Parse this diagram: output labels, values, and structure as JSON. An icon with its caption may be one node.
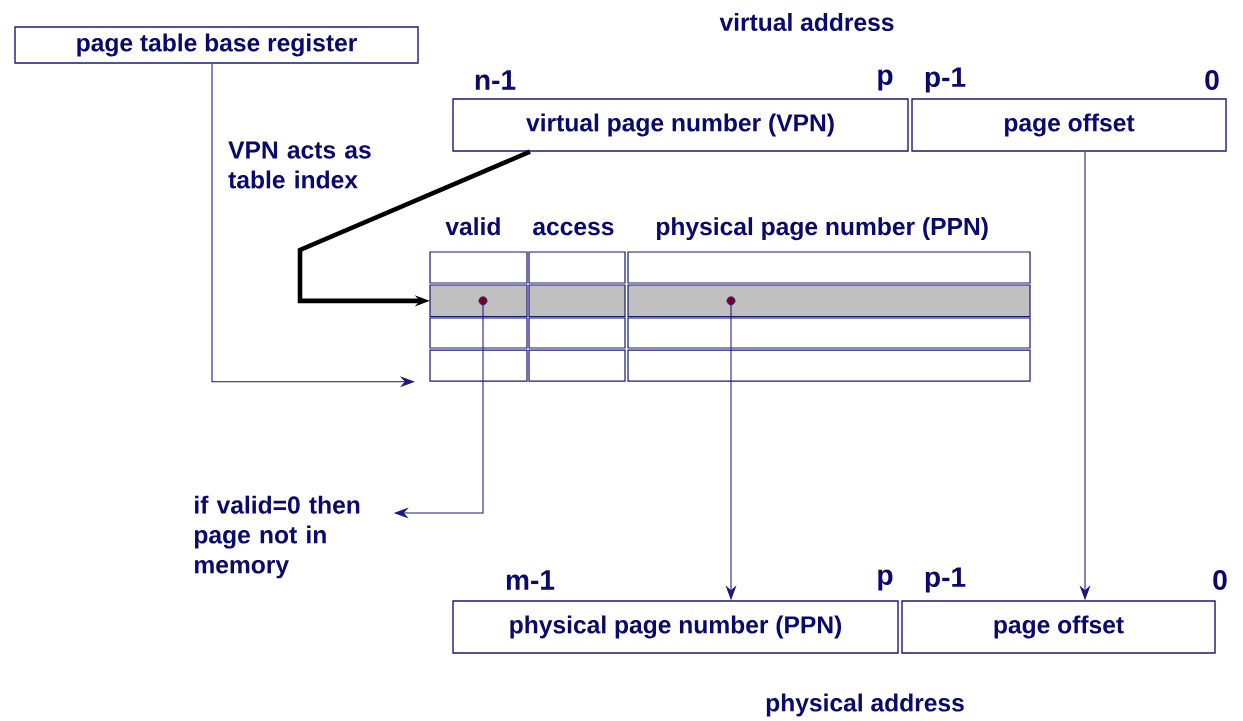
{
  "diagram": {
    "nodes": [
      {
        "text": [
          "page table base register"
        ]
      },
      {
        "text": [
          "virtual page number (VPN)"
        ]
      },
      {
        "text": [
          "page offset"
        ]
      },
      {
        "text": [
          "valid",
          "access",
          "physical page number (PPN)"
        ]
      },
      {
        "text": [],
        "shape": "bar",
        "in": 3
      },
      {
        "text": [
          "if valid=0 then page not in memory"
        ]
      },
      {
        "text": [
          "physical page number (PPN)"
        ]
      },
      {
        "text": [
          "page offset"
        ]
      }
    ],
    "edges": [
      {
        "from": 0,
        "to": 3,
        "arrow": "to"
      },
      {
        "from": 1,
        "to": 4,
        "arrow": "to",
        "style": "thick",
        "color": "#000000"
      },
      {
        "from": 4,
        "to": 5,
        "arrow": "to"
      },
      {
        "from": 4,
        "to": 6,
        "arrow": "to"
      },
      {
        "from": 2,
        "to": 7,
        "arrow": "to"
      }
    ],
    "labels": [
      "virtual address",
      "VPN acts as table index",
      "n-1",
      "p",
      "p-1",
      "0",
      "m-1",
      "p",
      "p-1",
      "0",
      "physical address"
    ]
  }
}
